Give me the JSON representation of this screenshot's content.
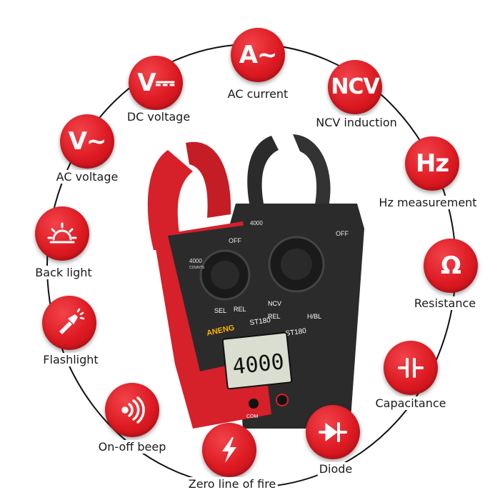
{
  "colors": {
    "badge_red": "#dd1a22",
    "ring": "#111111",
    "meter_red": "#d6202a",
    "meter_body": "#2b2b2b",
    "lcd": "#d9ded0"
  },
  "features": [
    {
      "id": "ac-current",
      "symbol": "A~",
      "label": "AC current",
      "icon": "ac-current-icon"
    },
    {
      "id": "ncv-induction",
      "symbol": "NCV",
      "label": "NCV induction",
      "icon": "ncv-icon"
    },
    {
      "id": "hz-measurement",
      "symbol": "Hz",
      "label": "Hz measurement",
      "icon": "hz-icon"
    },
    {
      "id": "resistance",
      "symbol": "Ω",
      "label": "Resistance",
      "icon": "ohm-icon"
    },
    {
      "id": "capacitance",
      "symbol": "",
      "label": "Capacitance",
      "icon": "capacitor-icon"
    },
    {
      "id": "diode",
      "symbol": "",
      "label": "Diode",
      "icon": "diode-icon"
    },
    {
      "id": "zero-line",
      "symbol": "",
      "label": "Zero line of fire",
      "icon": "lightning-icon"
    },
    {
      "id": "on-off-beep",
      "symbol": "",
      "label": "On-off beep",
      "icon": "sound-wave-icon"
    },
    {
      "id": "flashlight",
      "symbol": "",
      "label": "Flashlight",
      "icon": "flashlight-icon"
    },
    {
      "id": "back-light",
      "symbol": "",
      "label": "Back light",
      "icon": "sun-icon"
    },
    {
      "id": "ac-voltage",
      "symbol": "V~",
      "label": "AC voltage",
      "icon": "ac-voltage-icon"
    },
    {
      "id": "dc-voltage",
      "symbol": "V⎓",
      "label": "DC voltage",
      "icon": "dc-voltage-icon"
    }
  ],
  "meter": {
    "brand": "ANENG",
    "model": "ST180",
    "counts": "4000",
    "counts_sub": "COUNTS",
    "reading": "4000",
    "off_label": "OFF",
    "button_ncv": "NCV",
    "button_rel": "REL",
    "button_hbl": "H/BL",
    "button_sel": "SEL",
    "jack_com": "COM"
  }
}
